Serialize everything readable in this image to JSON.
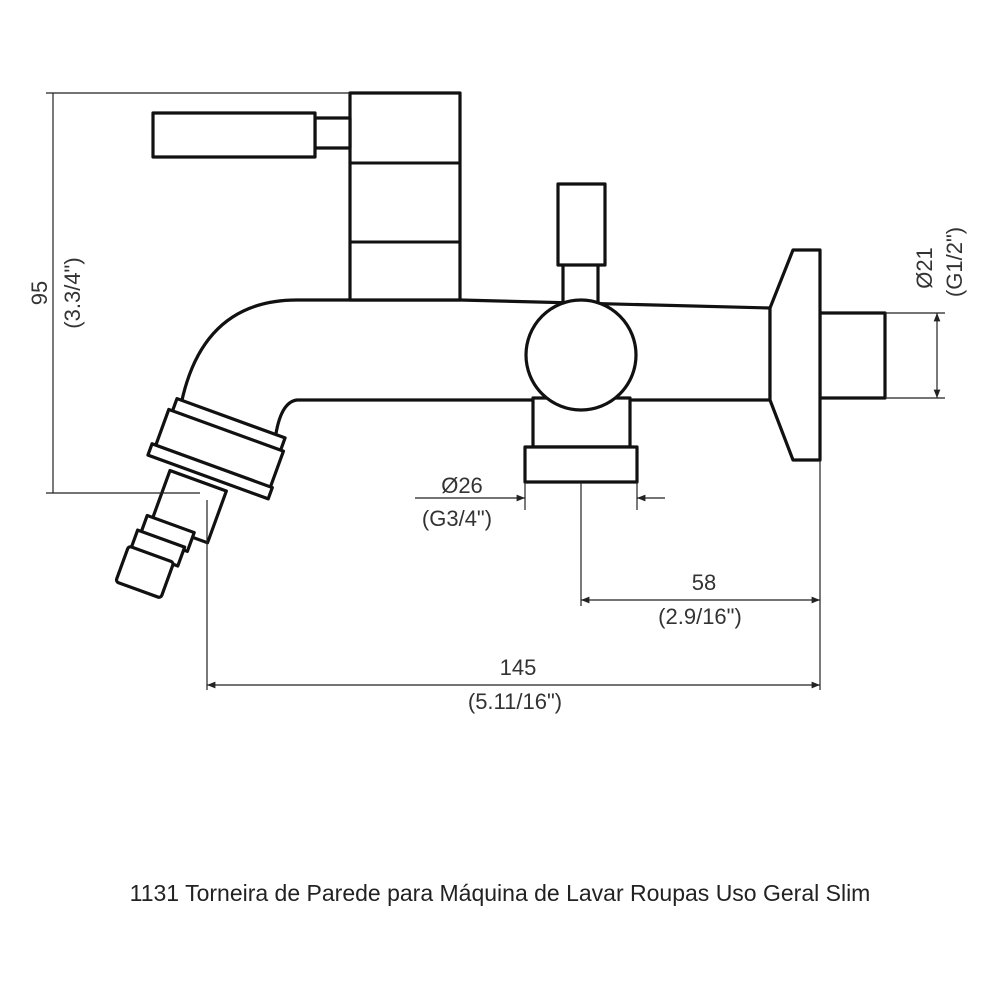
{
  "dimensions": {
    "height": {
      "value": "95",
      "inch": "(3.3/4\")"
    },
    "inlet": {
      "value": "Ø21",
      "inch": "(G1/2\")"
    },
    "outlet": {
      "value": "Ø26",
      "inch": "(G3/4\")"
    },
    "outlet_distance": {
      "value": "58",
      "inch": "(2.9/16\")"
    },
    "total_length": {
      "value": "145",
      "inch": "(5.11/16\")"
    }
  },
  "caption": "1131 Torneira de Parede para Máquina de Lavar Roupas Uso Geral Slim"
}
